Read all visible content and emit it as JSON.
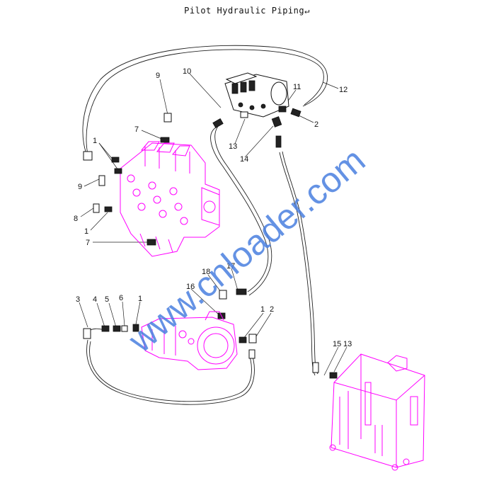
{
  "title": "Pilot Hydraulic Piping↵",
  "watermark": "www.cnloader.com",
  "colors": {
    "component": "#ff00ff",
    "pipe": "#222222",
    "watermark": "#4a7fe0"
  },
  "callouts": {
    "c9a": "9",
    "c10": "10",
    "c11": "11",
    "c12": "12",
    "c7a": "7",
    "c2a": "2",
    "c13a": "13",
    "c14": "14",
    "c1a": "1",
    "c9b": "9",
    "c8": "8",
    "c1b": "1",
    "c7b": "7",
    "c17": "17",
    "c18": "18",
    "c16": "16",
    "c3": "3",
    "c4": "4",
    "c5": "5",
    "c6": "6",
    "c1c": "1",
    "c1d": "1",
    "c2b": "2",
    "c15": "15",
    "c13b": "13"
  }
}
